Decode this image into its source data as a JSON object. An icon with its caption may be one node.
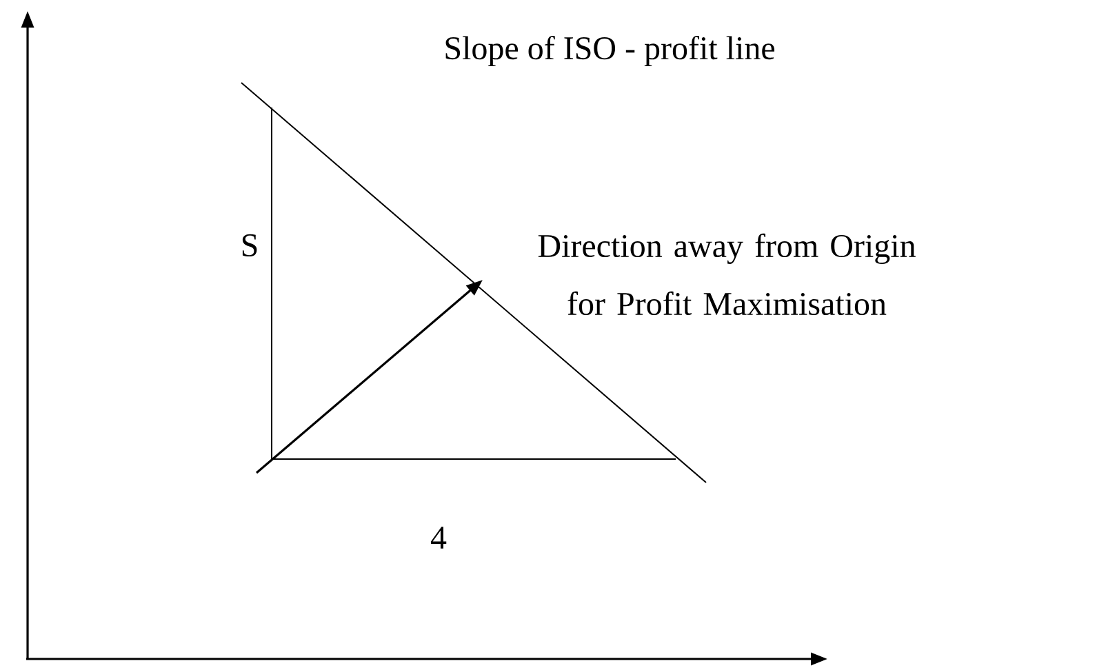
{
  "diagram": {
    "labels": [
      "Slope of ISO - profit line",
      "S",
      "Direction away from Origin for Profit Maximisation",
      "4"
    ]
  }
}
